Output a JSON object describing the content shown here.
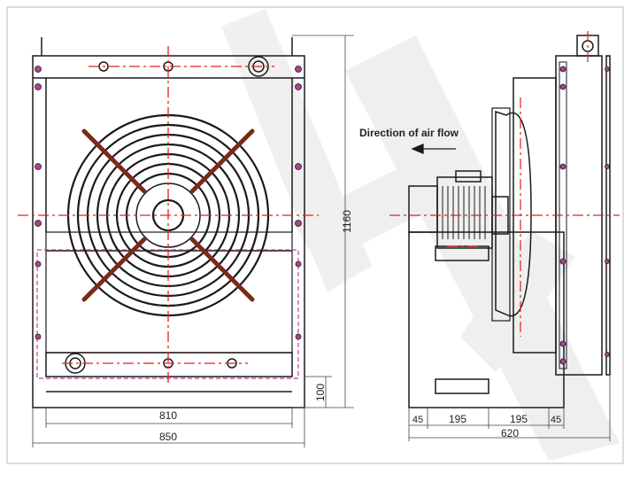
{
  "colors": {
    "frame": "#ffffff",
    "line": "#1a1a1a",
    "centerline": "#e02020",
    "guard_strut": "#7a2a1a",
    "dash_magenta": "#c040a0",
    "bolt_fill": "#b04090",
    "watermark": "#e6e6e6"
  },
  "labels": {
    "air_flow": "Direction of air flow"
  },
  "dimensions": {
    "total_height": "1160",
    "base_height": "100",
    "inner_width": "810",
    "total_width": "850",
    "side_segments": [
      "45",
      "195",
      "195",
      "45"
    ],
    "side_total": "620"
  },
  "icons": {
    "flow_arrow": "left-arrow-icon",
    "fan_guard": "fan-guard-icon",
    "motor": "motor-icon"
  }
}
